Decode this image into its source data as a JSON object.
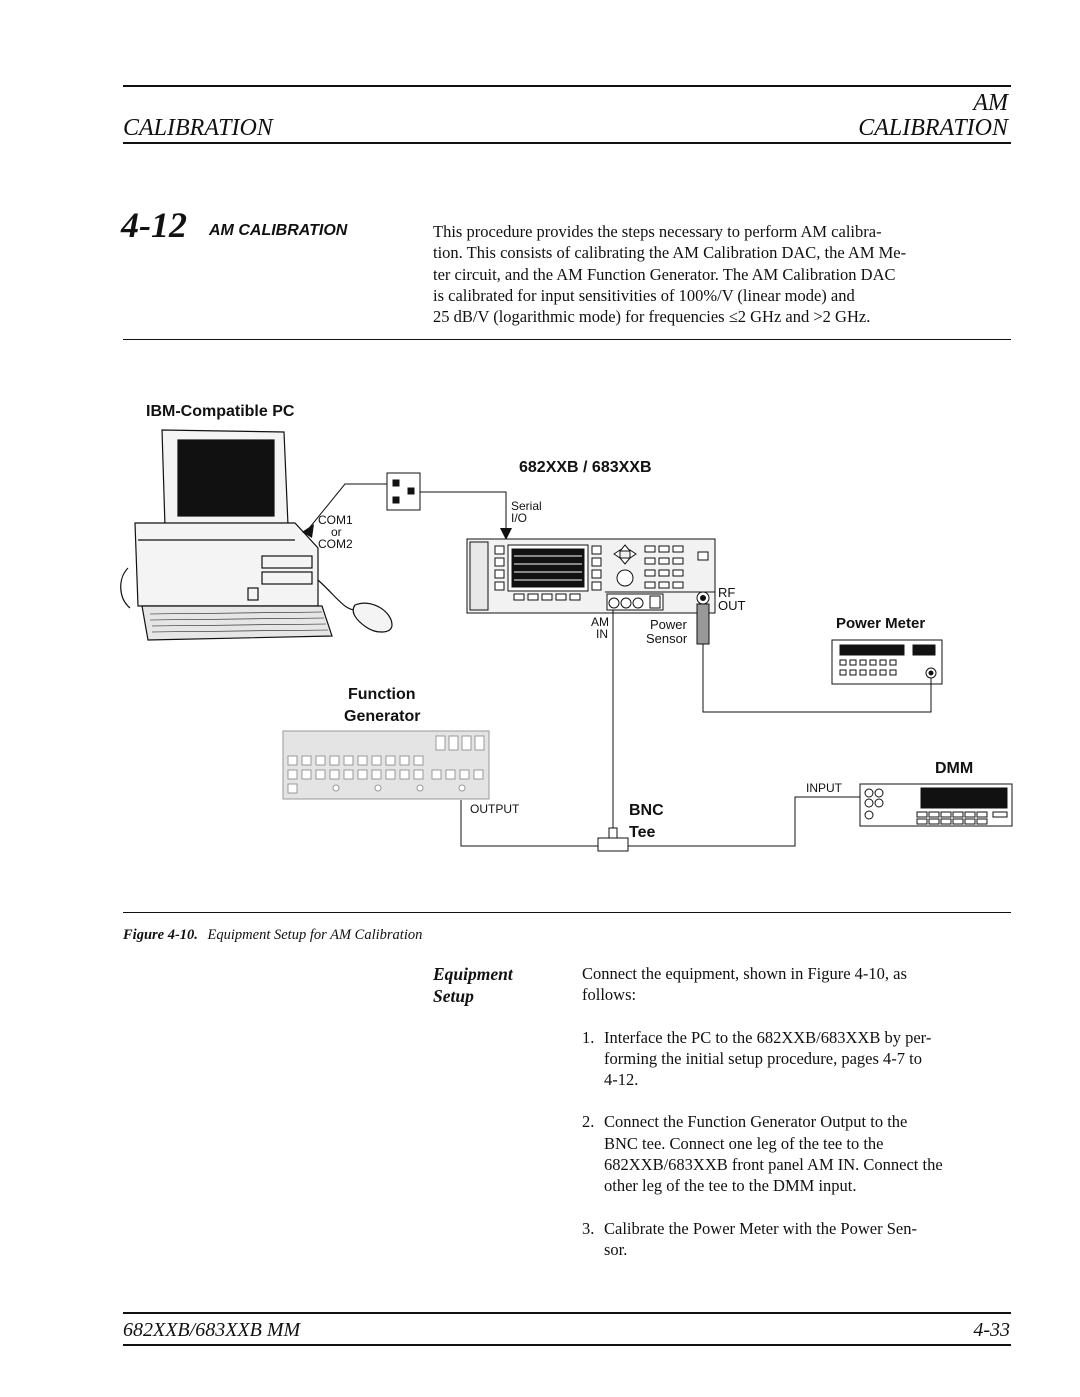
{
  "header": {
    "left_title": "CALIBRATION",
    "right_title_line1": "AM",
    "right_title_line2": "CALIBRATION"
  },
  "section": {
    "number": "4-12",
    "title": "AM CALIBRATION",
    "intro_lines": [
      "This procedure provides the steps necessary to perform AM calibra-",
      "tion. This consists of calibrating the AM Calibration DAC, the AM Me-",
      "ter circuit, and the AM Function Generator. The AM Calibration DAC",
      "is calibrated for input sensitivities of 100%/V (linear mode) and",
      "25 dB/V (logarithmic mode) for frequencies ≤2 GHz and >2 GHz."
    ]
  },
  "diagram": {
    "pc_label": "IBM-Compatible PC",
    "com1": "COM1",
    "or": "or",
    "com2": "COM2",
    "instrument_label": "682XXB / 683XXB",
    "serial": "Serial",
    "io": "I/O",
    "rf": "RF",
    "out": "OUT",
    "am": "AM",
    "in": "IN",
    "power": "Power",
    "sensor": "Sensor",
    "power_meter": "Power Meter",
    "function": "Function",
    "generator": "Generator",
    "dmm": "DMM",
    "input": "INPUT",
    "output": "OUTPUT",
    "bnc": "BNC",
    "tee": "Tee"
  },
  "figure": {
    "label": "Figure 4-10.",
    "caption": "Equipment Setup for AM Calibration"
  },
  "setup": {
    "side_title_1": "Equipment",
    "side_title_2": "Setup",
    "intro_lines": [
      "Connect the equipment, shown in Figure 4-10, as",
      "follows:"
    ],
    "steps": [
      {
        "num": "1.",
        "lines": [
          "Interface the PC to the 682XXB/683XXB by per-",
          "forming the initial setup procedure, pages 4-7 to",
          "4-12."
        ]
      },
      {
        "num": "2.",
        "lines": [
          "Connect the Function Generator Output to the",
          "BNC tee. Connect one leg of the tee to the",
          "682XXB/683XXB front panel AM IN. Connect the",
          "other leg of the tee to the DMM input."
        ]
      },
      {
        "num": "3.",
        "lines": [
          "Calibrate the Power Meter with the Power Sen-",
          "sor."
        ]
      }
    ]
  },
  "footer": {
    "left": "682XXB/683XXB MM",
    "right": "4-33"
  }
}
